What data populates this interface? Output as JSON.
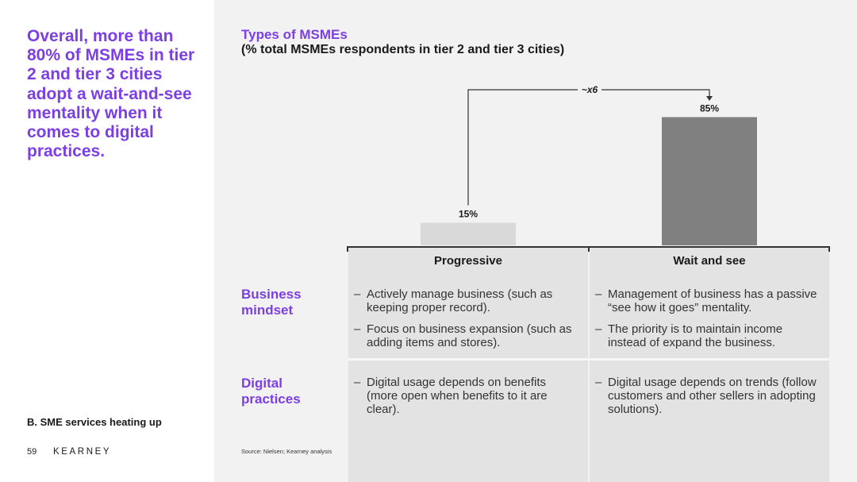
{
  "headline": "Overall, more than 80% of MSMEs in tier 2 and tier 3 cities adopt a wait-and-see mentality when it comes to digital practices.",
  "section_label": "B. SME services heating up",
  "page_number": "59",
  "brand": "KEARNEY",
  "source": "Source: Nielsen; Kearney analysis",
  "colors": {
    "accent": "#7b3fe4",
    "bar_progressive": "#d9d9d9",
    "bar_wait_and_see": "#808080",
    "panel_bg": "#f2f2f2"
  },
  "chart_data": {
    "type": "bar",
    "title": "Types of MSMEs",
    "subtitle": "(% total MSMEs respondents in tier 2 and tier 3 cities)",
    "categories": [
      "Progressive",
      "Wait and see"
    ],
    "values": [
      15,
      85
    ],
    "data_labels": [
      "15%",
      "85%"
    ],
    "unit": "%",
    "ylim": [
      0,
      100
    ],
    "grid": false,
    "annotation": "~x6"
  },
  "table": {
    "columns": [
      "Progressive",
      "Wait and see"
    ],
    "rows": [
      {
        "label": "Business mindset",
        "progressive": [
          "Actively manage business (such as keeping proper record).",
          "Focus on business expansion (such as adding items and stores)."
        ],
        "wait_and_see": [
          "Management of business  has a passive “see how it goes” mentality.",
          "The priority is to maintain income instead of expand the business."
        ]
      },
      {
        "label": "Digital practices",
        "progressive": [
          "Digital usage depends on benefits (more open when benefits to it are clear)."
        ],
        "wait_and_see": [
          "Digital usage depends on trends (follow customers and other sellers in adopting solutions)."
        ]
      }
    ]
  }
}
